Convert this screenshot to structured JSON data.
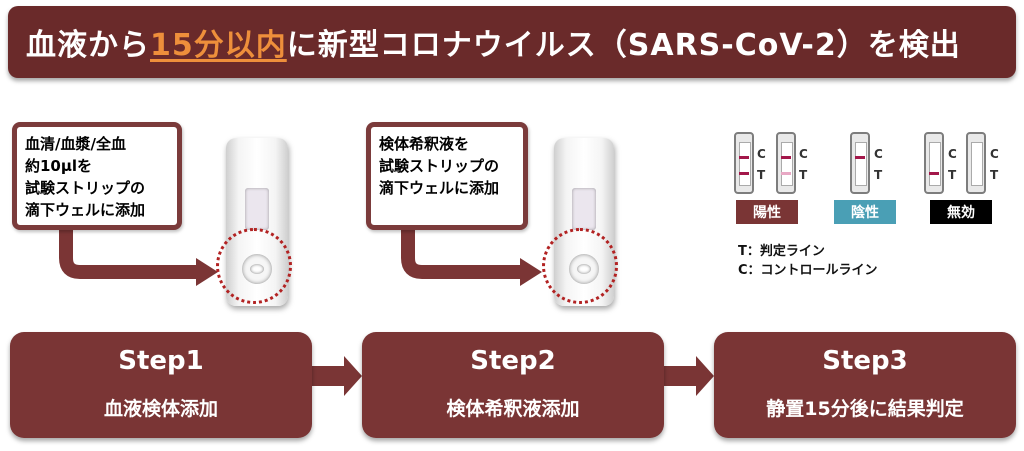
{
  "banner": {
    "title_before": "血液から",
    "title_highlight": "15分以内",
    "title_after": "に新型コロナウイルス（SARS-CoV-2）を検出"
  },
  "callouts": {
    "step1_lines": [
      "血清/血漿/全血",
      "約10µlを",
      "試験ストリップの",
      "滴下ウェルに添加"
    ],
    "step2_lines": [
      "検体希釈液を",
      "試験ストリップの",
      "滴下ウェルに添加"
    ]
  },
  "steps": [
    {
      "title": "Step1",
      "desc": "血液検体添加"
    },
    {
      "title": "Step2",
      "desc": "検体希釈液添加"
    },
    {
      "title": "Step3",
      "desc": "静置15分後に結果判定"
    }
  ],
  "legend": {
    "c_letter": "C",
    "t_letter": "T",
    "positive": "陽性",
    "negative": "陰性",
    "invalid": "無効",
    "t_desc": "T：判定ライン",
    "c_desc": "C：コントロールライン",
    "colors": {
      "positive": "#7a3535",
      "negative": "#4a9fb5",
      "invalid": "#000000",
      "line": "#a3174a"
    }
  }
}
